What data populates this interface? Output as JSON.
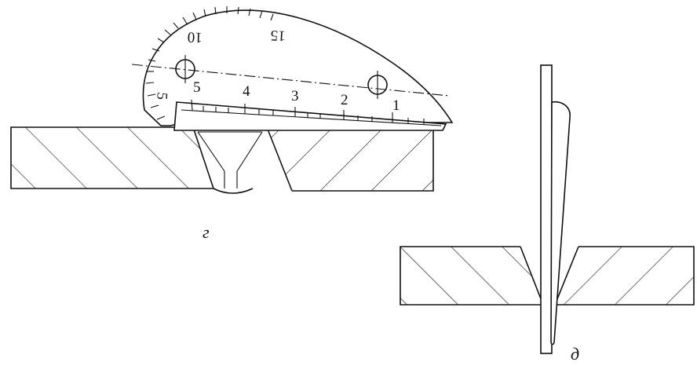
{
  "figure": {
    "caption_left": "г",
    "caption_right": "д",
    "base_scale_labels": [
      "1",
      "2",
      "3",
      "4",
      "5"
    ],
    "arc_scale_labels": [
      "5",
      "10",
      "15"
    ]
  }
}
